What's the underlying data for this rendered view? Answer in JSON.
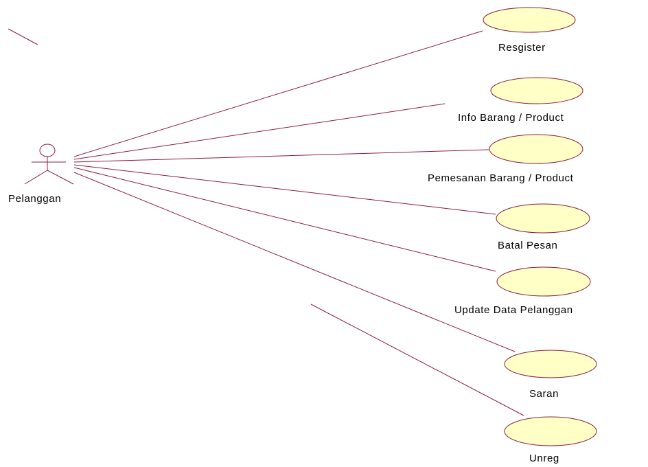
{
  "colors": {
    "line": "#8b1a3a",
    "usecase_fill": "#ffffc6",
    "usecase_stroke": "#8b1a3a",
    "text": "#000000"
  },
  "actor": {
    "name": "Pelanggan",
    "icon": "stick-figure-icon"
  },
  "use_cases": [
    {
      "id": "resgister",
      "label": "Resgister"
    },
    {
      "id": "info-barang",
      "label": "Info Barang / Product"
    },
    {
      "id": "pemesanan-barang",
      "label": "Pemesanan Barang / Product"
    },
    {
      "id": "batal-pesan",
      "label": "Batal Pesan"
    },
    {
      "id": "update-data-pelanggan",
      "label": "Update Data Pelanggan"
    },
    {
      "id": "saran",
      "label": "Saran"
    },
    {
      "id": "unreg",
      "label": "Unreg"
    }
  ]
}
